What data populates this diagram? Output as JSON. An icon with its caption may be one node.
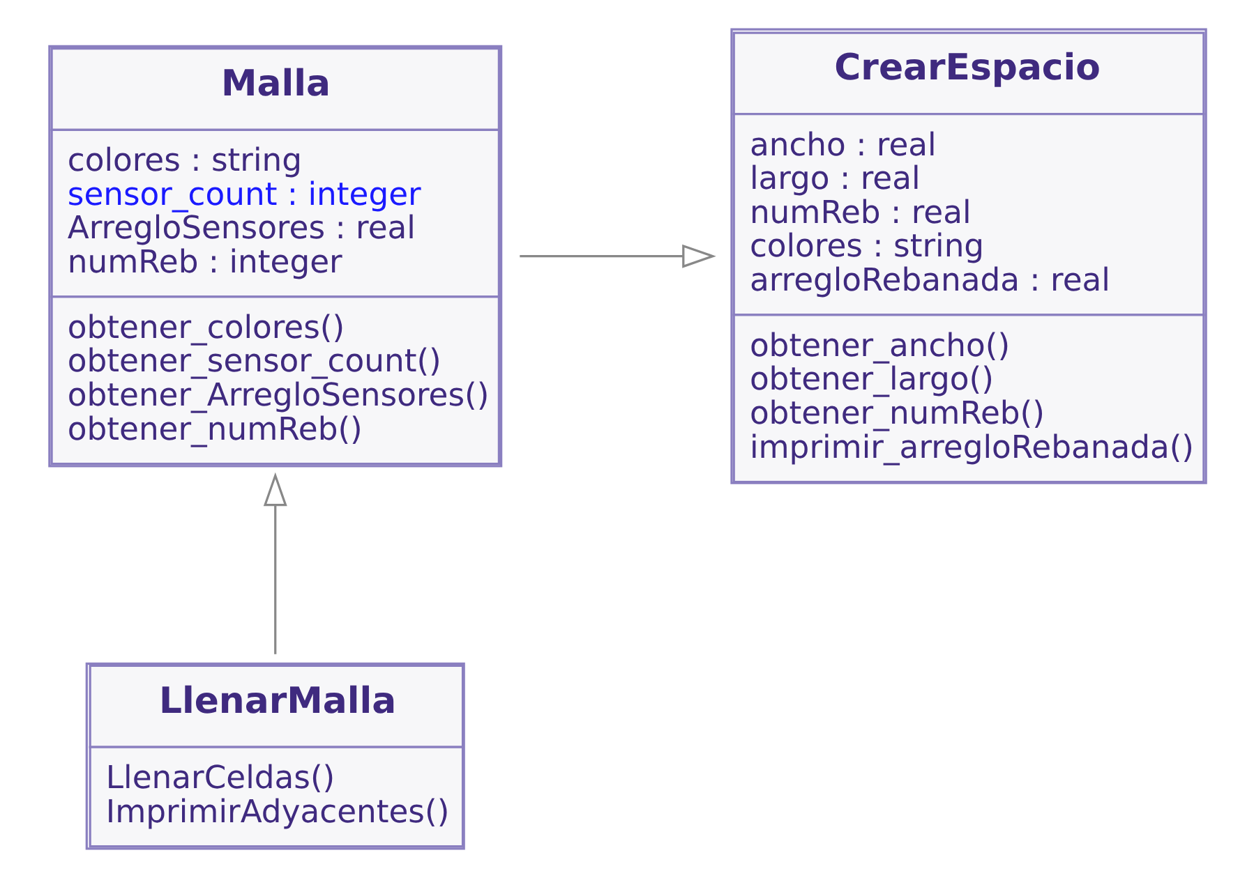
{
  "diagram": {
    "nodes": [
      {
        "text": [
          "CrearEspacio",
          "ancho : real",
          "largo : real",
          "numReb : real",
          "colores : string",
          "arregloRebanada : real",
          "obtener_ancho()",
          "obtener_largo()",
          "obtener_numReb()",
          "imprimir_arregloRebanada()"
        ]
      },
      {
        "text": [
          "Malla",
          "colores : string",
          "sensor_count : integer",
          "ArregloSensores : real",
          "numReb : integer",
          "obtener_colores()",
          "obtener_sensor_count()",
          "obtener_ArregloSensores()",
          "obtener_numReb()"
        ]
      },
      {
        "text": [
          "LlenarMalla",
          "LlenarCeldas()",
          "ImprimirAdyacentes()"
        ]
      }
    ],
    "edges": [
      {
        "from": 1,
        "to": 0,
        "arrow": "to"
      },
      {
        "from": 2,
        "to": 1,
        "arrow": "to"
      }
    ]
  }
}
